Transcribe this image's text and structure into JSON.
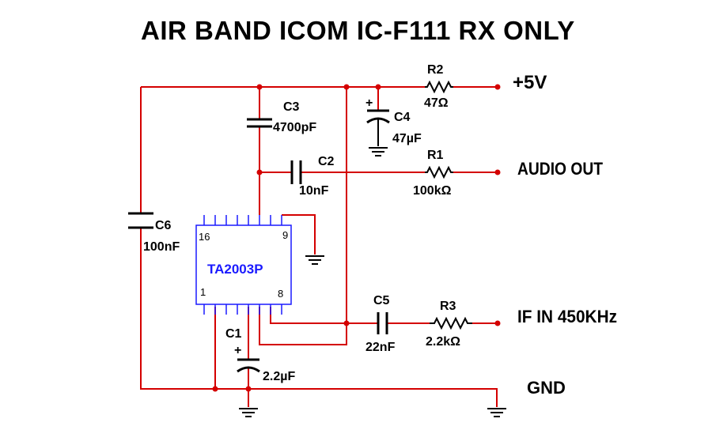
{
  "title": "AIR BAND ICOM IC-F111 RX ONLY",
  "colors": {
    "wire": "#d40000",
    "junction": "#d40000",
    "ic": "#1a1aff",
    "component": "#000000"
  },
  "ports": {
    "vcc": "+5V",
    "audio_out": "AUDIO OUT",
    "if_in": "IF IN 450KHz",
    "gnd": "GND"
  },
  "ic": {
    "name": "TA2003P",
    "pin16": "16",
    "pin9": "9",
    "pin1": "1",
    "pin8": "8"
  },
  "components": {
    "r2": {
      "ref": "R2",
      "value": "47Ω"
    },
    "c4": {
      "ref": "C4",
      "value": "47µF",
      "polarity": "+"
    },
    "c3": {
      "ref": "C3",
      "value": "4700pF"
    },
    "c2": {
      "ref": "C2",
      "value": "10nF"
    },
    "r1": {
      "ref": "R1",
      "value": "100kΩ"
    },
    "c6": {
      "ref": "C6",
      "value": "100nF"
    },
    "c5": {
      "ref": "C5",
      "value": "22nF"
    },
    "r3": {
      "ref": "R3",
      "value": "2.2kΩ"
    },
    "c1": {
      "ref": "C1",
      "value": "2.2µF",
      "polarity": "+"
    }
  },
  "icons": [
    "ground-symbol",
    "resistor-symbol",
    "capacitor-symbol",
    "electrolytic-capacitor-symbol",
    "ic-symbol"
  ]
}
